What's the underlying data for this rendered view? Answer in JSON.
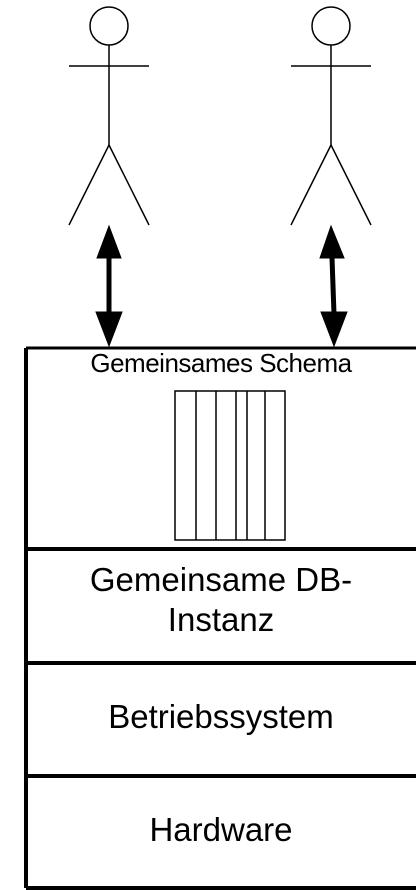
{
  "layers": [
    {
      "id": "schema",
      "label": "Gemeinsames Schema"
    },
    {
      "id": "instance",
      "label": "Gemeinsame DB-\nInstanz"
    },
    {
      "id": "os",
      "label": "Betriebssystem"
    },
    {
      "id": "hardware",
      "label": "Hardware"
    }
  ],
  "actors": [
    {
      "id": "user-1"
    },
    {
      "id": "user-2"
    }
  ],
  "table": {
    "columns": 6
  }
}
